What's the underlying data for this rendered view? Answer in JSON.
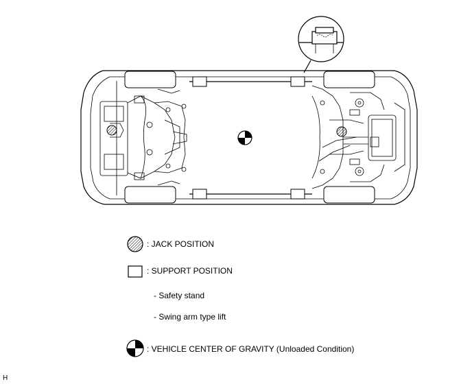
{
  "legend": {
    "jack_position": ": JACK POSITION",
    "support_position": ": SUPPORT POSITION",
    "support_items": [
      "- Safety stand",
      "- Swing arm type lift"
    ],
    "center_of_gravity": ": VEHICLE CENTER OF GRAVITY (Unloaded Condition)"
  },
  "figure_code": "H",
  "icons": {
    "jack": "hatched-circle-icon",
    "support": "rectangle-icon",
    "gravity": "checkered-circle-icon"
  }
}
